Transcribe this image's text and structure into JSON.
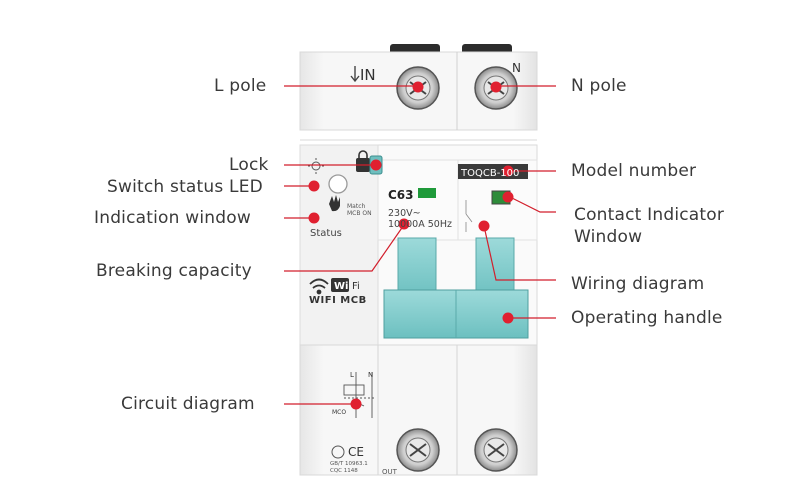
{
  "labels": {
    "l_pole": "L pole",
    "lock": "Lock",
    "switch_status_led": "Switch status LED",
    "indication_window": "Indication window",
    "breaking_capacity": "Breaking capacity",
    "circuit_diagram": "Circuit diagram",
    "n_pole": "N pole",
    "model_number": "Model number",
    "contact_indicator_line1": "Contact Indicator",
    "contact_indicator_line2": "Window",
    "wiring_diagram": "Wiring  diagram",
    "operating_handle": "Operating  handle"
  },
  "device": {
    "in_label": "IN",
    "n_label": "N",
    "model": "TOQCB-100",
    "rating": "C63",
    "voltage": "230V~",
    "capacity": "10000A  50Hz",
    "status": "Status",
    "match": "Match",
    "mcb_on": "MCB ON",
    "wifi_badge": "Wi",
    "wifi_fi": "Fi",
    "wifi_mcb": "WIFI MCB",
    "out_label": "OUT",
    "std1": "GB/T 10963.1",
    "std2": "CQC 1148",
    "ce": "CE",
    "diagram_l": "L",
    "diagram_n": "N",
    "diagram_mco": "MCO"
  },
  "colors": {
    "accent_red": "#e02030",
    "handle_teal": "#7fcfcf",
    "led_green": "#1f9a3a",
    "body_white": "#f4f4f4"
  }
}
